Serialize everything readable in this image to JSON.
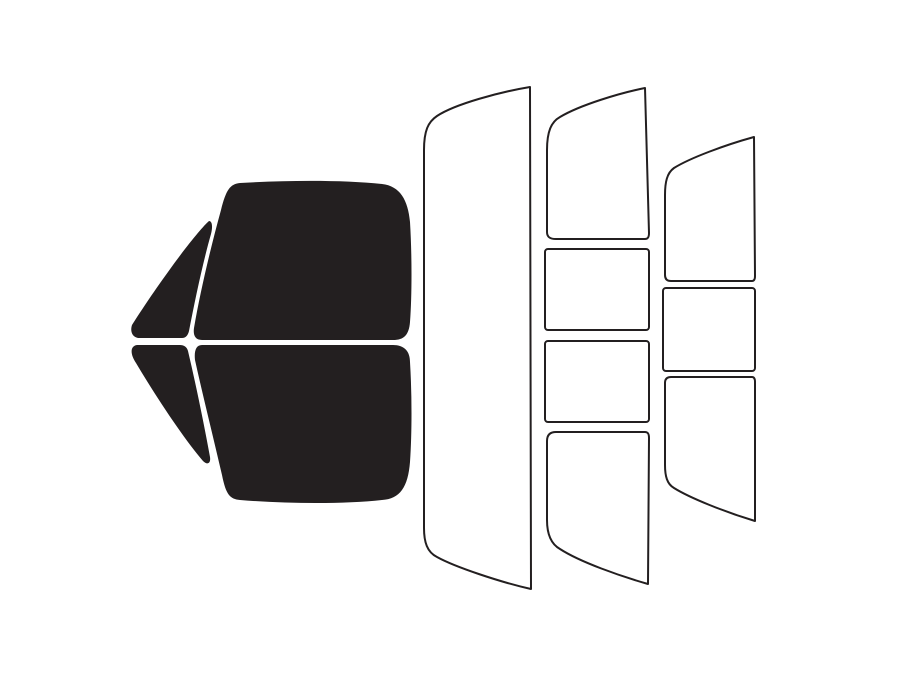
{
  "colors": {
    "background": "#ffffff",
    "tinted": "#231f20",
    "clear_fill": "#ffffff",
    "clear_stroke": "#231f20"
  },
  "windows": [
    {
      "id": "quarter-glass-left-upper",
      "tint": "tinted"
    },
    {
      "id": "quarter-glass-left-lower",
      "tint": "tinted"
    },
    {
      "id": "front-door-window-upper",
      "tint": "tinted"
    },
    {
      "id": "front-door-window-lower",
      "tint": "tinted"
    },
    {
      "id": "windshield",
      "tint": "clear"
    },
    {
      "id": "rear-side-window-top",
      "tint": "clear"
    },
    {
      "id": "rear-side-window-upper-middle",
      "tint": "clear"
    },
    {
      "id": "rear-side-window-lower-middle",
      "tint": "clear"
    },
    {
      "id": "rear-side-window-bottom",
      "tint": "clear"
    },
    {
      "id": "back-window-top",
      "tint": "clear"
    },
    {
      "id": "back-window-middle",
      "tint": "clear"
    },
    {
      "id": "back-window-bottom",
      "tint": "clear"
    }
  ]
}
